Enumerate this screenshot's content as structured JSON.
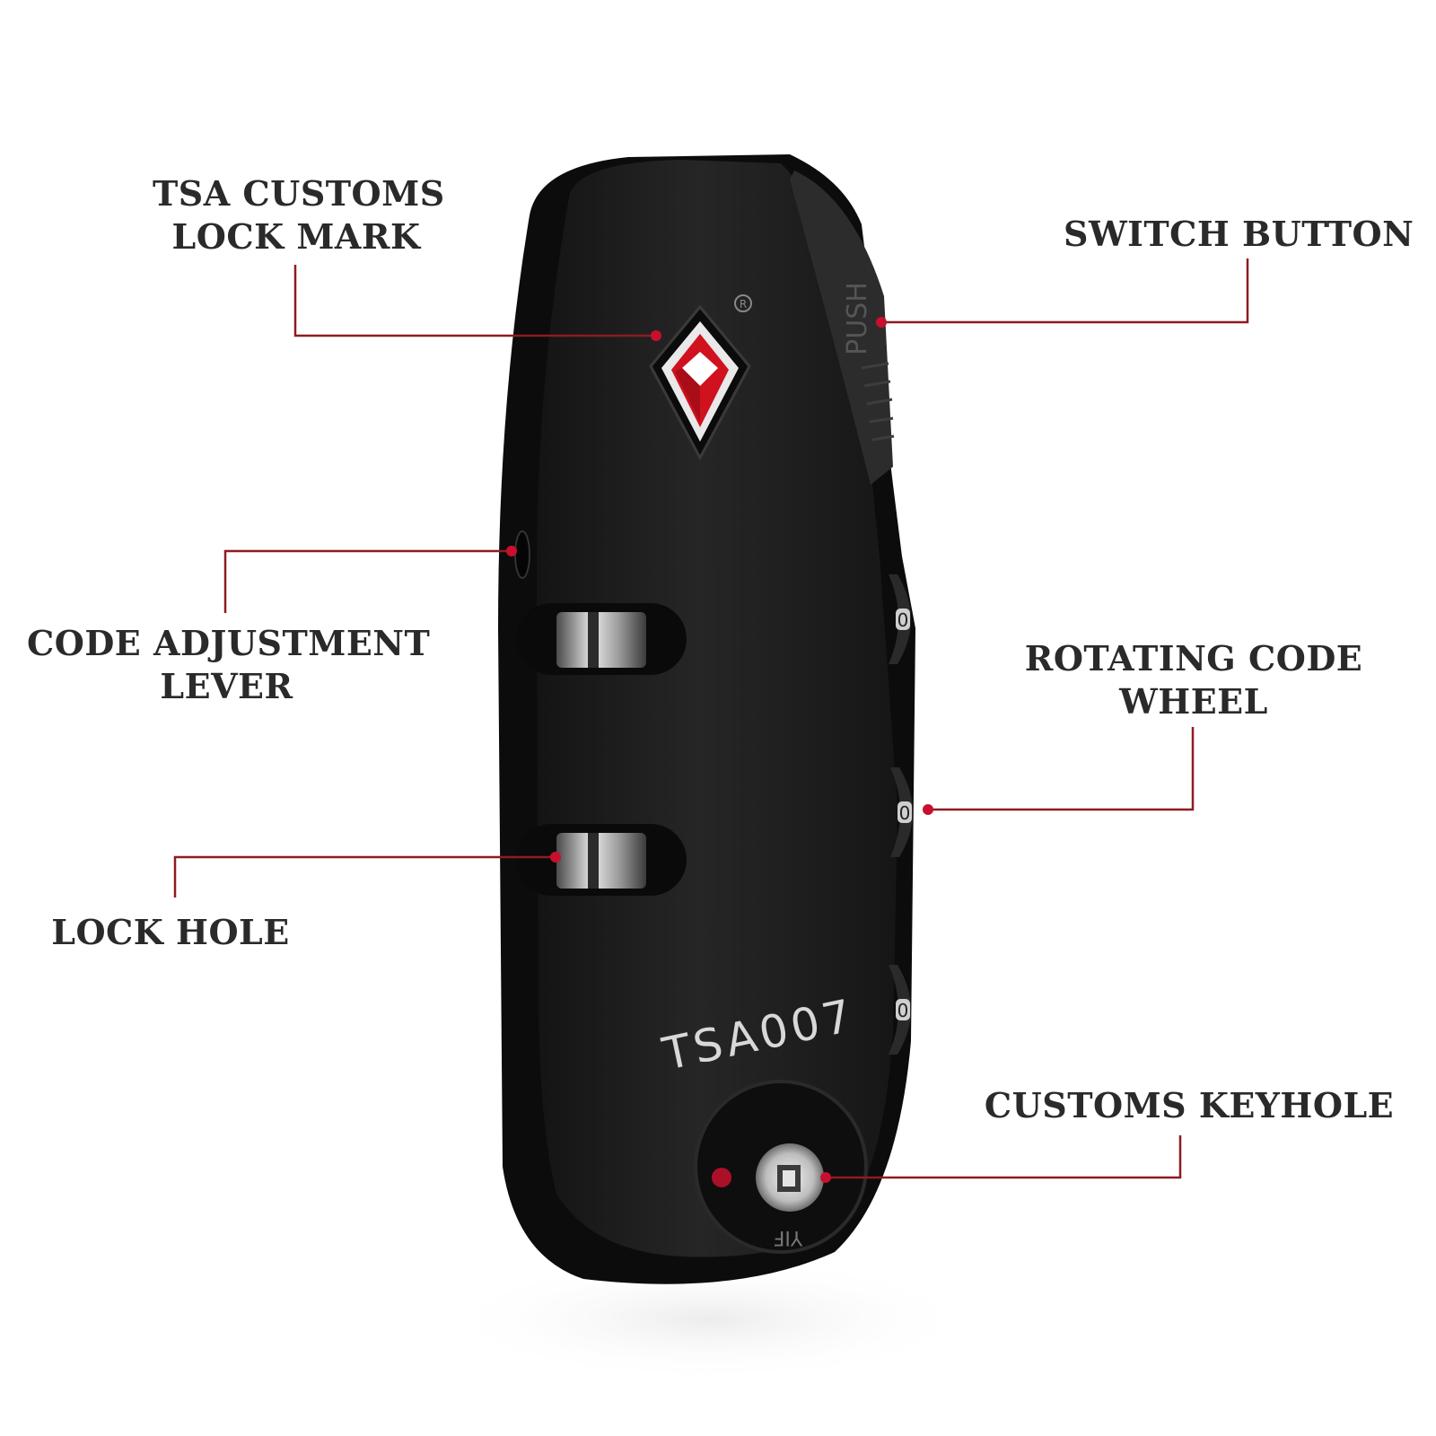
{
  "colors": {
    "callout_line": "#8e1b21",
    "callout_dot": "#c8102e",
    "label_text": "#2a2a2a",
    "lock_body": "#1f1f1f",
    "tsa_logo": "#d0121f"
  },
  "callouts": {
    "tsa_mark": {
      "line1": "TSA CUSTOMS",
      "line2": "LOCK MARK"
    },
    "switch_button": {
      "line1": "SWITCH BUTTON"
    },
    "code_lever": {
      "line1": "CODE ADJUSTMENT",
      "line2": "LEVER"
    },
    "code_wheel": {
      "line1": "ROTATING CODE",
      "line2": "WHEEL"
    },
    "lock_hole": {
      "line1": "LOCK HOLE"
    },
    "keyhole": {
      "line1": "CUSTOMS KEYHOLE"
    }
  },
  "lock": {
    "model_text": "TSA007",
    "push_text": "PUSH",
    "wheel_digits": [
      "0",
      "0",
      "0"
    ],
    "key_text": "YIF",
    "registered_mark": "R"
  }
}
